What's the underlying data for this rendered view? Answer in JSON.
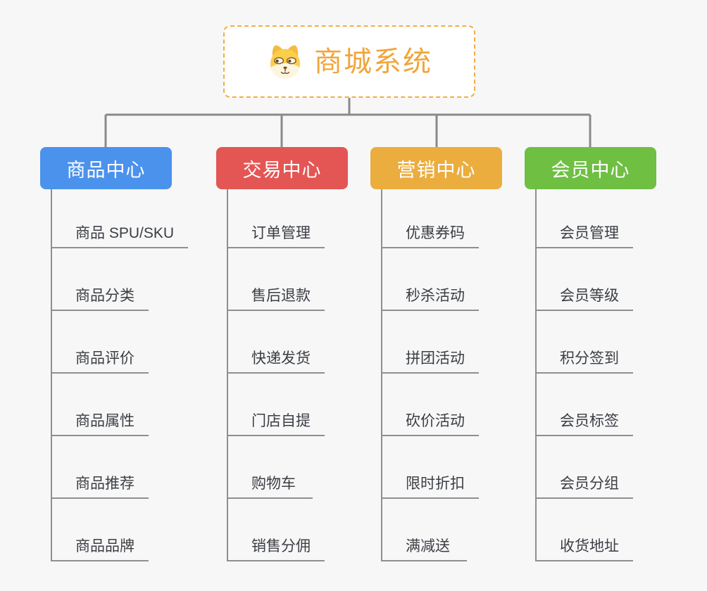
{
  "root": {
    "title": "商城系统",
    "icon": "doge-icon"
  },
  "branches": [
    {
      "label": "商品中心",
      "color": "#4b92ec",
      "items": [
        "商品 SPU/SKU",
        "商品分类",
        "商品评价",
        "商品属性",
        "商品推荐",
        "商品品牌"
      ]
    },
    {
      "label": "交易中心",
      "color": "#e45654",
      "items": [
        "订单管理",
        "售后退款",
        "快递发货",
        "门店自提",
        "购物车",
        "销售分佣"
      ]
    },
    {
      "label": "营销中心",
      "color": "#ebad3e",
      "items": [
        "优惠券码",
        "秒杀活动",
        "拼团活动",
        "砍价活动",
        "限时折扣",
        "满减送"
      ]
    },
    {
      "label": "会员中心",
      "color": "#6fbf43",
      "items": [
        "会员管理",
        "会员等级",
        "积分签到",
        "会员标签",
        "会员分组",
        "收货地址"
      ]
    }
  ],
  "colors": {
    "background": "#f7f7f7",
    "connector": "#8a8a8a",
    "underline": "#8f8f8f",
    "root_accent": "#efa63c",
    "root_border": "#f3ad45",
    "item_text": "#3b3e44"
  }
}
